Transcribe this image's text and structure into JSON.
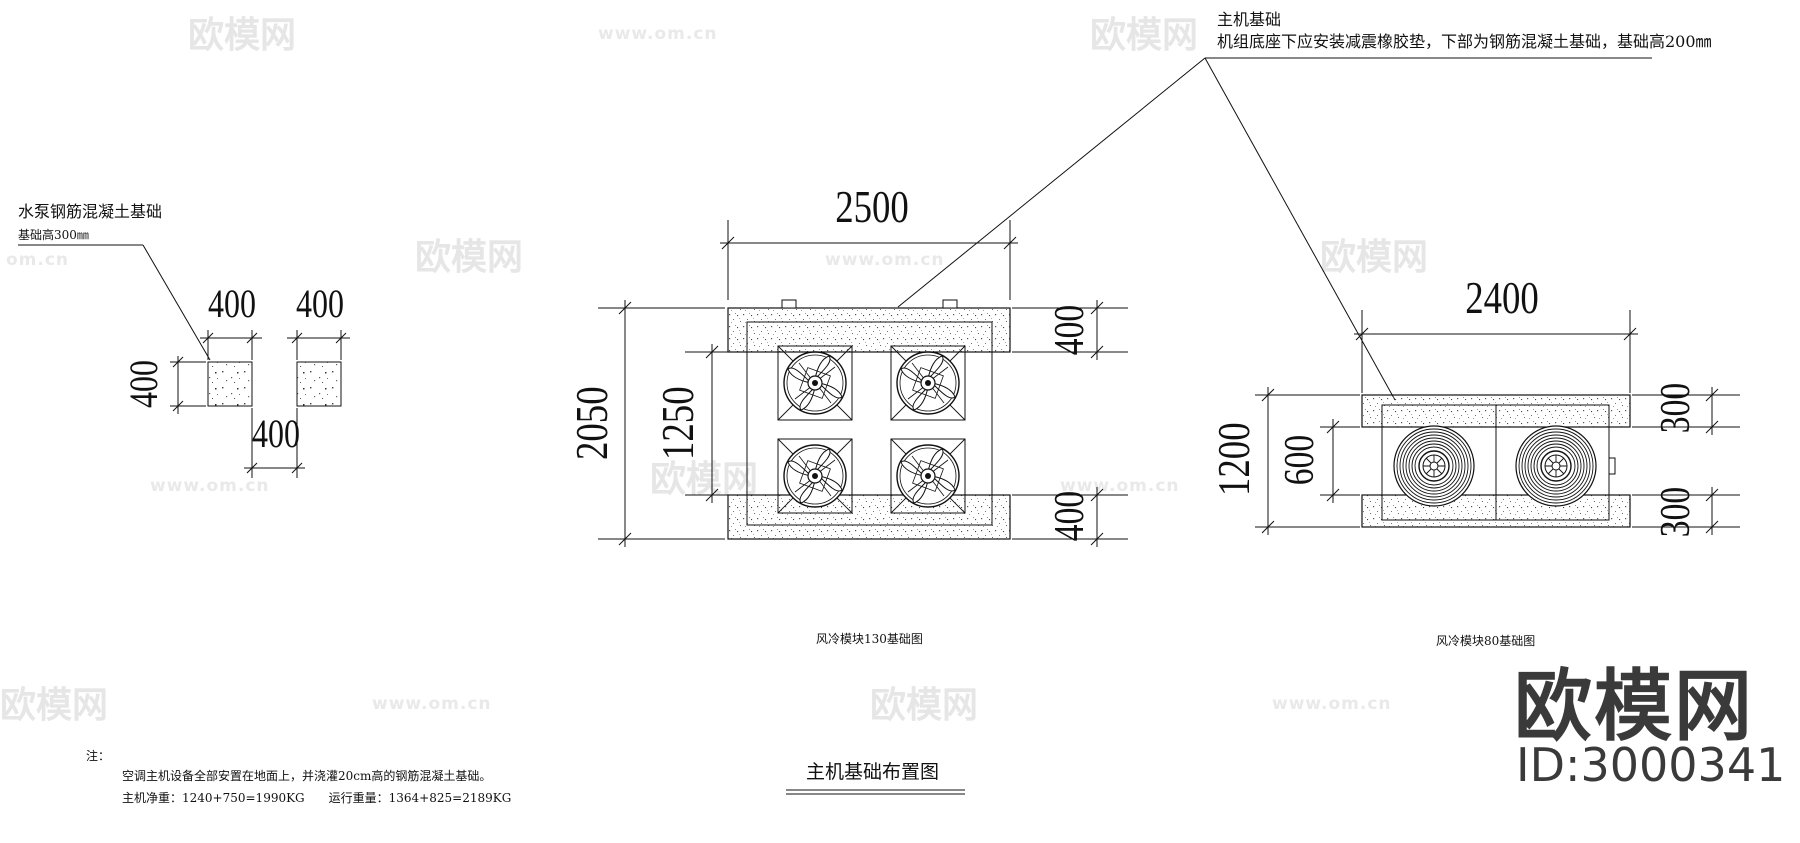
{
  "watermarks": {
    "brand_small": "欧模网",
    "site": "www.om.cn",
    "site_fragment": "om.cn"
  },
  "annotations": {
    "main_title": "主机基础",
    "main_desc": "机组底座下应安装减震橡胶垫，下部为钢筋混凝土基础，基础高200㎜",
    "pump_title": "水泵钢筋混凝土基础",
    "pump_desc": "基础高300㎜"
  },
  "left_drawing": {
    "dim_block_w1": "400",
    "dim_block_w2": "400",
    "dim_block_h": "400",
    "dim_gap": "400"
  },
  "middle_drawing": {
    "dim_total_w": "2500",
    "dim_total_h": "2050",
    "dim_inner_h": "1250",
    "dim_strip_top": "400",
    "dim_strip_bottom": "400",
    "caption": "风冷模块130基础图"
  },
  "right_drawing": {
    "dim_total_w": "2400",
    "dim_total_h": "1200",
    "dim_inner_h": "600",
    "dim_strip_top": "300",
    "dim_strip_bottom": "300",
    "caption": "风冷模块80基础图"
  },
  "notes": {
    "label": "注：",
    "line1": "空调主机设备全部安置在地面上，并浇灌20cm高的钢筋混凝土基础。",
    "line2": "主机净重：1240+750=1990KG　　运行重量：1364+825=2189KG"
  },
  "layout_title": "主机基础布置图",
  "brand": {
    "name": "欧模网",
    "id": "ID:3000341"
  }
}
